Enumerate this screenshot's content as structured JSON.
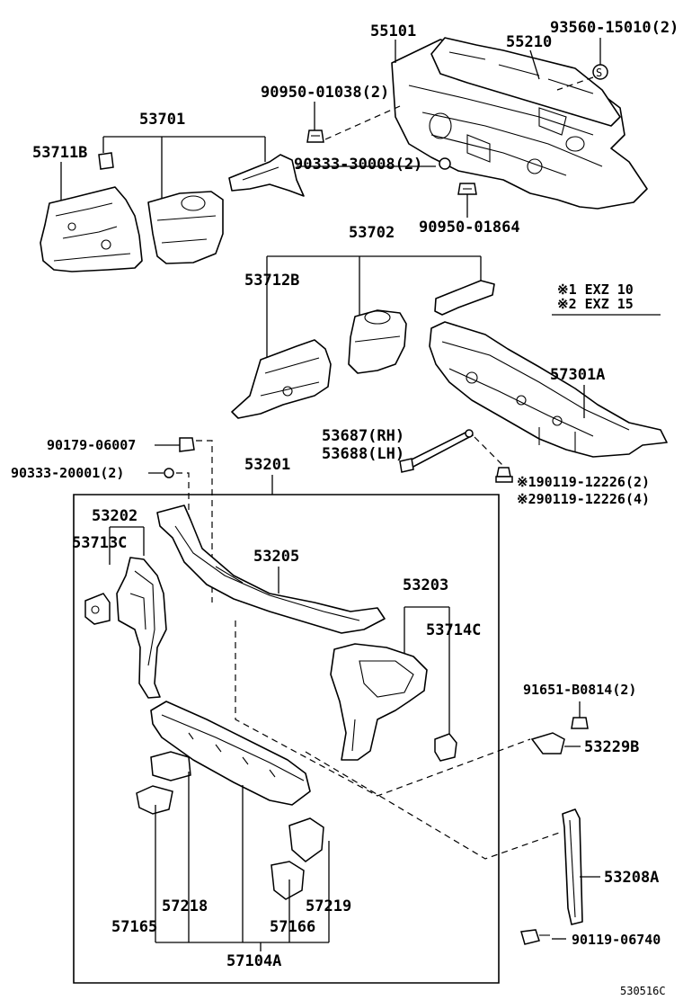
{
  "labels": {
    "p55101": "55101",
    "p55210": "55210",
    "p93560": "93560-15010(2)",
    "p90950a": "90950-01038(2)",
    "p53701": "53701",
    "p53711b": "53711B",
    "p90333a": "90333-30008(2)",
    "p90950b": "90950-01864",
    "p53702": "53702",
    "p53712b": "53712B",
    "note1": "※1 EXZ 10",
    "note2": "※2 EXZ 15",
    "p57301a": "57301A",
    "p53687": "53687(RH)",
    "p53688": "53688(LH)",
    "p90179": "90179-06007",
    "p90333b": "90333-20001(2)",
    "p53201": "53201",
    "p90119a": "※190119-12226(2)",
    "p90119b": "※290119-12226(4)",
    "p53202": "53202",
    "p53713c": "53713C",
    "p53205": "53205",
    "p53203": "53203",
    "p53714c": "53714C",
    "p91651": "91651-B0814(2)",
    "p53229b": "53229B",
    "p53208a": "53208A",
    "p57218": "57218",
    "p57219": "57219",
    "p57165": "57165",
    "p57166": "57166",
    "p90119c": "90119-06740",
    "p57104a": "57104A",
    "diagram_code": "530516C",
    "s_mark": "S"
  },
  "icons": {
    "screw": "screw-icon",
    "clip": "clip-icon",
    "grommet": "grommet-icon",
    "bolt": "bolt-icon"
  }
}
